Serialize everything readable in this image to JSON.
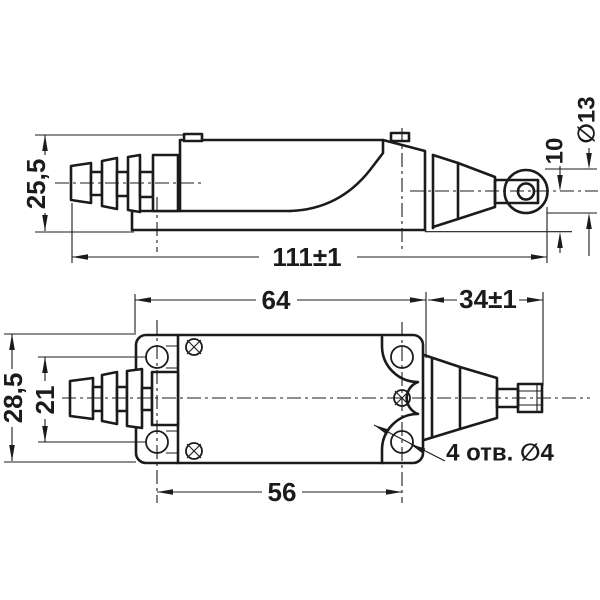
{
  "side_view": {
    "overall_length": "111±1",
    "height": "25,5",
    "roller_axis_offset": "10",
    "roller_diameter": "∅13"
  },
  "plan_view": {
    "mount_length": "64",
    "head_length": "34±1",
    "body_width": "28,5",
    "hole_row_spacing": "21",
    "hole_col_spacing": "56",
    "holes_note": "4 отв. ∅4"
  },
  "colors": {
    "line": "#1b1b1d",
    "background": "#ffffff"
  }
}
